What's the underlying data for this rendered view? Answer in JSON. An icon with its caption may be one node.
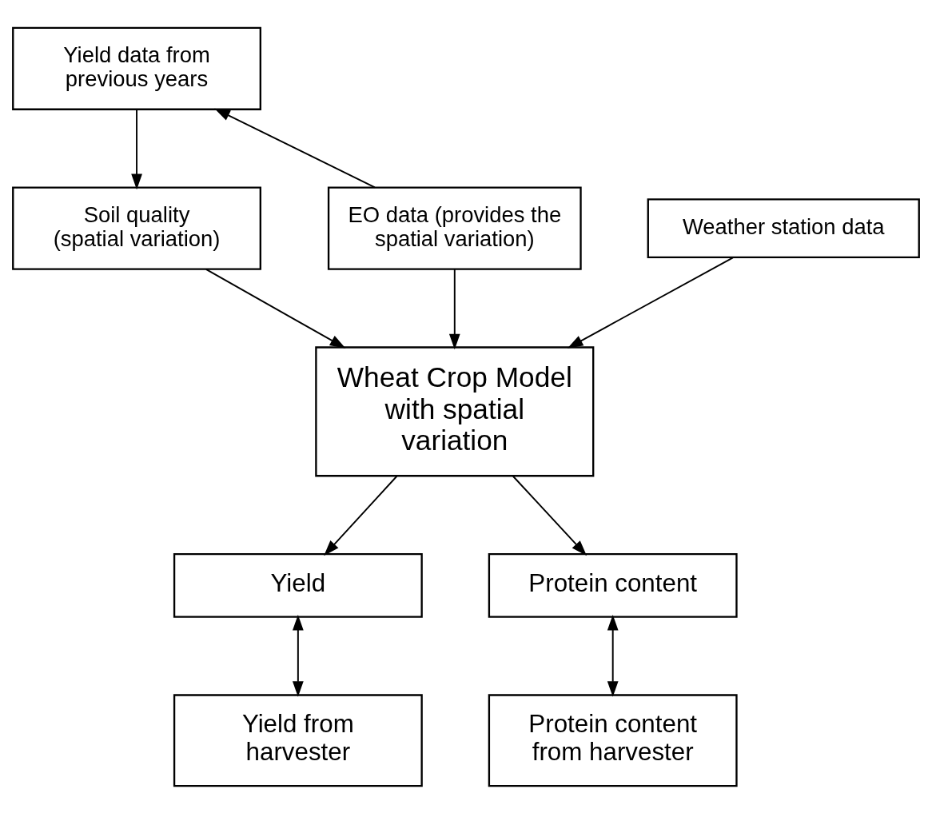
{
  "diagram": {
    "nodes": [
      {
        "text": [
          "Yield data from previous years"
        ]
      },
      {
        "text": [
          "Weather station data"
        ]
      },
      {
        "text": [
          "EO data (provides the spatial variation)"
        ]
      },
      {
        "text": [
          "Soil quality (spatial variation)"
        ]
      },
      {
        "text": [
          "Wheat Crop Model with spatial variation"
        ]
      },
      {
        "text": [
          "Yield"
        ]
      },
      {
        "text": [
          "Protein content"
        ]
      },
      {
        "text": [
          "Yield from harvester"
        ]
      },
      {
        "text": [
          "Protein content from harvester"
        ]
      }
    ],
    "edges": [
      {
        "from": 2,
        "to": 0,
        "arrow": "to"
      },
      {
        "from": 0,
        "to": 3,
        "arrow": "to"
      },
      {
        "from": 1,
        "to": 4,
        "arrow": "to"
      },
      {
        "from": 2,
        "to": 4,
        "arrow": "to"
      },
      {
        "from": 3,
        "to": 4,
        "arrow": "to"
      },
      {
        "from": 4,
        "to": 5,
        "arrow": "to"
      },
      {
        "from": 4,
        "to": 6,
        "arrow": "to"
      },
      {
        "from": 5,
        "to": 7,
        "arrow": "both"
      },
      {
        "from": 6,
        "to": 8,
        "arrow": "both"
      }
    ]
  }
}
